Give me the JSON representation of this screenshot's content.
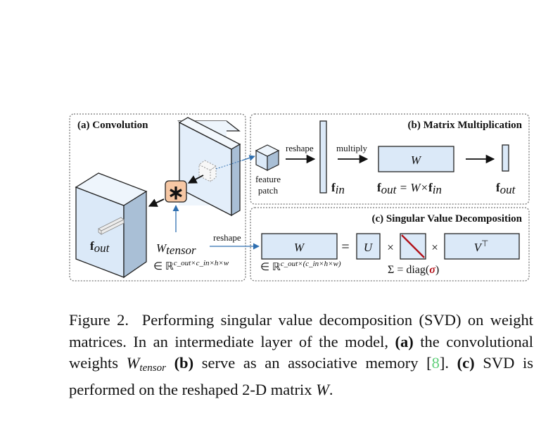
{
  "panels": {
    "a_title": "(a) Convolution",
    "b_title": "(b) Matrix Multiplication",
    "c_title": "(c) Singular Value Decomposition"
  },
  "labels": {
    "reshape": "reshape",
    "multiply": "multiply",
    "feature": "feature",
    "patch": "patch",
    "conv_op": "∗",
    "f_out_bold": "f",
    "f_out_sub": "out",
    "f_in_bold": "f",
    "f_in_sub": "in",
    "W": "W",
    "W_tensor_main": "W",
    "W_tensor_sub": "tensor",
    "eq_lhs_f": "f",
    "eq_lhs_sub": "out",
    "eq_mid": " = W×",
    "eq_rhs_f": "f",
    "eq_rhs_sub": "in",
    "tensor_space": "∈ ℝ",
    "tensor_space_sup": "c_out×c_in×h×w",
    "matrix_space": "∈ ℝ",
    "matrix_space_sup": "c_out×(c_in×h×w)",
    "svd_equals": "=",
    "svd_times": "×",
    "U": "U",
    "Vt": "V",
    "Vt_sup": "⊤",
    "sigma_lhs": "Σ = diag(",
    "sigma": "σ",
    "sigma_rhs": ")"
  },
  "caption": {
    "fig": "Figure 2.",
    "t1": "Performing singular value decomposition (SVD) on weight matrices. In an intermediate layer of the model, ",
    "a": "(a)",
    "t2": " the convolutional weights ",
    "wt_main": "W",
    "wt_sub": "tensor",
    "b": "(b)",
    "t3": " serve as an associative memory [",
    "ref": "8",
    "t4": "]. ",
    "c": "(c)",
    "t5": " SVD is performed on the reshaped 2-D matrix ",
    "w": "W",
    "t6": "."
  },
  "colors": {
    "box_fill": "#dbe9f8",
    "box_side": "#a9bfd6",
    "box_top": "#eef5fc",
    "conv_fill": "#f6c7a4",
    "blue_arrow": "#2f6fb0",
    "diag_line": "#b3121a",
    "sigma_color": "#b3121a",
    "ref_color": "#5fcf7a"
  }
}
